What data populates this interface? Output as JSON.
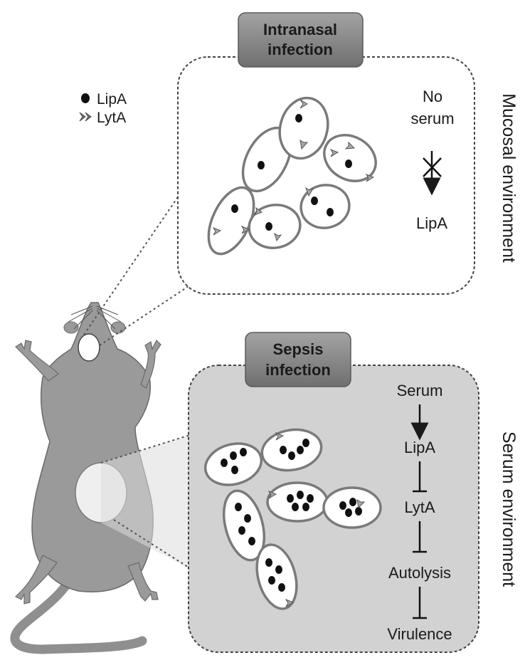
{
  "legend": {
    "lipa_label": "LipA",
    "lyta_label": "LytA"
  },
  "top_panel": {
    "tab_line1": "Intranasal",
    "tab_line2": "infection",
    "no_serum_line1": "No",
    "no_serum_line2": "serum",
    "lipa_label": "LipA",
    "side_label": "Mucosal environment"
  },
  "bottom_panel": {
    "tab_line1": "Sepsis",
    "tab_line2": "infection",
    "pathway": [
      "Serum",
      "LipA",
      "LytA",
      "Autolysis",
      "Virulence"
    ],
    "side_label": "Serum environment"
  },
  "colors": {
    "tab_fill": "#8a8a8a",
    "mouse_fill": "#9a9a9a",
    "panel_bottom_fill": "#d2d2d2",
    "cell_border": "#7a7a7a",
    "lyta_marker": "#a8a8a8"
  }
}
